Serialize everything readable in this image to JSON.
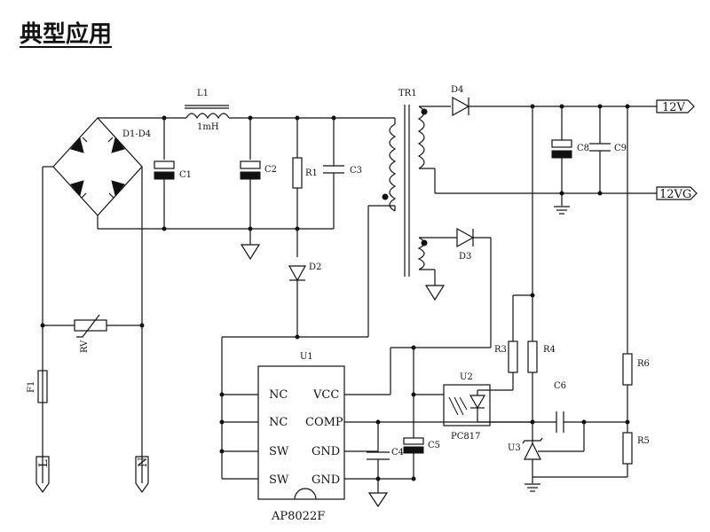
{
  "title": "典型应用",
  "labels": {
    "bridge": "D1-D4",
    "inductor_ref": "L1",
    "inductor_val": "1mH",
    "c1": "C1",
    "c2": "C2",
    "r1": "R1",
    "c3": "C3",
    "d2": "D2",
    "transformer": "TR1",
    "d4": "D4",
    "d3": "D3",
    "c8": "C8",
    "c9": "C9",
    "out_pos": "12V",
    "out_gnd": "12VG",
    "varistor": "RV",
    "fuse": "F1",
    "term_l": "L",
    "term_n": "N",
    "u1": "U1",
    "u2": "U2",
    "optocoupler": "PC817",
    "r3": "R3",
    "r4": "R4",
    "r6": "R6",
    "c6": "C6",
    "r5": "R5",
    "u3": "U3",
    "c4": "C4",
    "c5": "C5"
  },
  "chip": {
    "name": "AP8022F",
    "left_pins": [
      "NC",
      "NC",
      "SW",
      "SW"
    ],
    "right_pins": [
      "VCC",
      "COMP",
      "GND",
      "GND"
    ]
  }
}
